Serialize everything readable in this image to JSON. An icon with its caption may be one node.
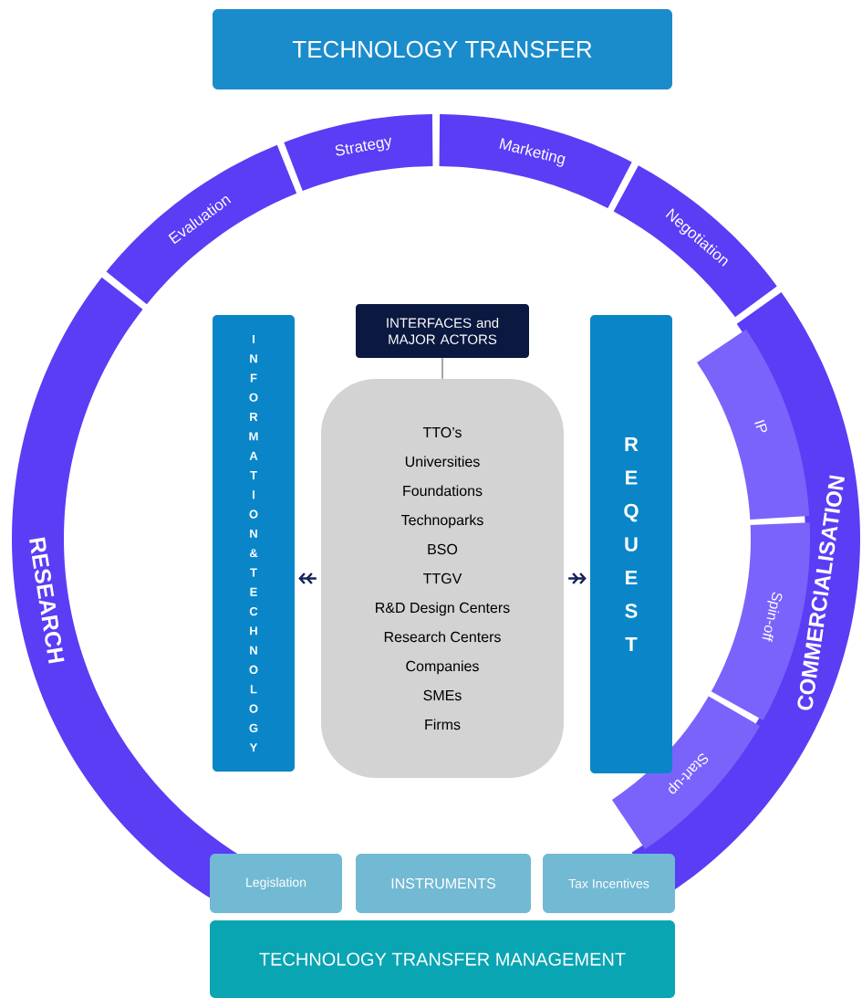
{
  "diagram": {
    "nodes": [
      {
        "text": [
          "TECHNOLOGY TRANSFER"
        ]
      },
      {
        "text": [
          "Evaluation"
        ]
      },
      {
        "text": [
          "Strategy"
        ]
      },
      {
        "text": [
          "Marketing"
        ]
      },
      {
        "text": [
          "Negotiation"
        ]
      },
      {
        "text": [
          "RESEARCH"
        ]
      },
      {
        "text": [
          "COMMERCIALISATION"
        ]
      },
      {
        "text": [
          "IP"
        ]
      },
      {
        "text": [
          "Spin-off"
        ]
      },
      {
        "text": [
          "Start-up"
        ]
      },
      {
        "text": [
          "INFORMATION & TECHNOLOGY"
        ]
      },
      {
        "text": [
          "INTERFACES and MAJOR ACTORS"
        ]
      },
      {
        "text": [
          "TTO’s",
          "Universities",
          "Foundations",
          "Technoparks",
          "BSO",
          "TTGV",
          "R&D Design Centers",
          "Research Centers",
          "Companies",
          "SMEs",
          "Firms"
        ]
      },
      {
        "text": [
          "REQUEST"
        ]
      },
      {
        "text": [
          "Legislation"
        ]
      },
      {
        "text": [
          "INSTRUMENTS"
        ]
      },
      {
        "text": [
          "Tax Incentives"
        ]
      },
      {
        "text": [
          "TECHNOLOGY TRANSFER MANAGEMENT"
        ]
      }
    ],
    "edges": [
      {
        "from": 11,
        "to": 12,
        "arrow": "none",
        "color": "#4d4d4d"
      },
      {
        "from": 12,
        "to": 10,
        "arrow": "to"
      },
      {
        "from": 12,
        "to": 13,
        "arrow": "to"
      }
    ]
  }
}
